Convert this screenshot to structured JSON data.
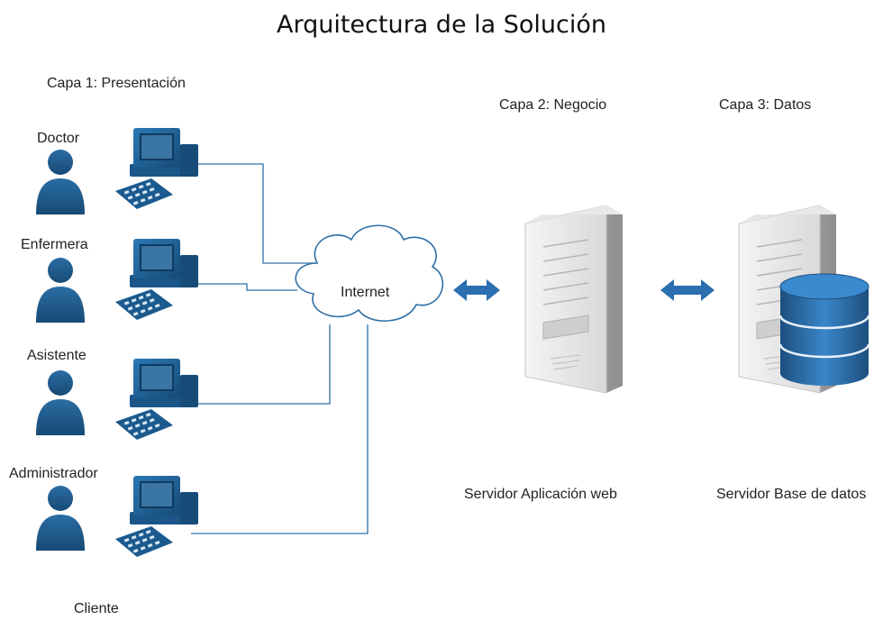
{
  "title": "Arquitectura de la Solución",
  "layers": {
    "presentation": "Capa 1: Presentación",
    "business": "Capa 2: Negocio",
    "data": "Capa 3: Datos"
  },
  "users": [
    {
      "label": "Doctor"
    },
    {
      "label": "Enfermera"
    },
    {
      "label": "Asistente"
    },
    {
      "label": "Administrador"
    }
  ],
  "client_label": "Cliente",
  "network_label": "Internet",
  "servers": {
    "app": "Servidor Aplicación web",
    "db": "Servidor Base de datos"
  },
  "colors": {
    "user_icon": "#1f5a8a",
    "computer": "#1e5d8f",
    "connector": "#2e6fa6",
    "arrow": "#2b6fb0",
    "database": "#2c6aa6"
  }
}
